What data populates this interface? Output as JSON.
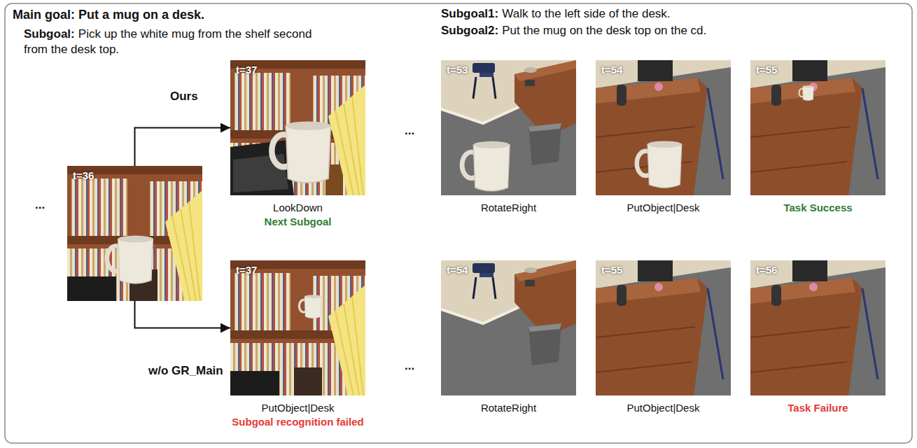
{
  "diagram": {
    "title": "Main goal: Put a mug on a desk.",
    "nodes": [
      {
        "text": [
          "t=36"
        ]
      },
      {
        "text": [
          "t=37",
          "LookDown",
          "Next Subgoal"
        ]
      },
      {
        "text": [
          "t=37",
          "PutObject|Desk",
          "Subgoal recognition failed"
        ]
      },
      {
        "text": [
          "t=53",
          "RotateRight"
        ]
      },
      {
        "text": [
          "t=54",
          "PutObject|Desk"
        ]
      },
      {
        "text": [
          "t=55",
          "Task Success"
        ]
      },
      {
        "text": [
          "t=54",
          "RotateRight"
        ]
      },
      {
        "text": [
          "t=55",
          "PutObject|Desk"
        ]
      },
      {
        "text": [
          "t=56",
          "Task Failure"
        ]
      }
    ],
    "edges": [
      {
        "from": 0,
        "to": 1,
        "arrow": "to",
        "label": "Ours"
      },
      {
        "from": 0,
        "to": 2,
        "arrow": "to",
        "label": "w/o GR_Main"
      }
    ],
    "labels": [
      "Subgoal:",
      "Pick up the white mug from the shelf second from the desk top.",
      "Subgoal1:",
      "Walk to the left side of the desk.",
      "Subgoal2:",
      "Put the mug on the desk top on the cd.",
      "...",
      "...",
      "..."
    ]
  }
}
